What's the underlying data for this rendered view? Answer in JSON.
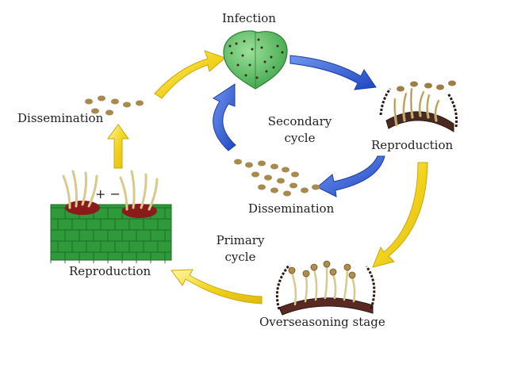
{
  "diagram": {
    "labels": {
      "infection": "Infection",
      "reproduction_right": "Reproduction",
      "dissemination_left": "Dissemination",
      "secondary_cycle_line1": "Secondary",
      "secondary_cycle_line2": "cycle",
      "dissemination_center": "Dissemination",
      "primary_cycle_line1": "Primary",
      "primary_cycle_line2": "cycle",
      "reproduction_left": "Reproduction",
      "overseasoning": "Overseasoning stage",
      "mating_types": "+  −"
    },
    "colors": {
      "primary_arrow": "#f2d41e",
      "primary_arrow_edge": "#c9a80d",
      "secondary_arrow": "#2f5fd8",
      "secondary_arrow_edge": "#1c3e9e",
      "leaf": "#5cbf62",
      "tissue": "#2e9a3a",
      "spore": "#9b7f45",
      "sporangiophore": "#d9c98c",
      "lesion": "#8a1b1b"
    }
  }
}
